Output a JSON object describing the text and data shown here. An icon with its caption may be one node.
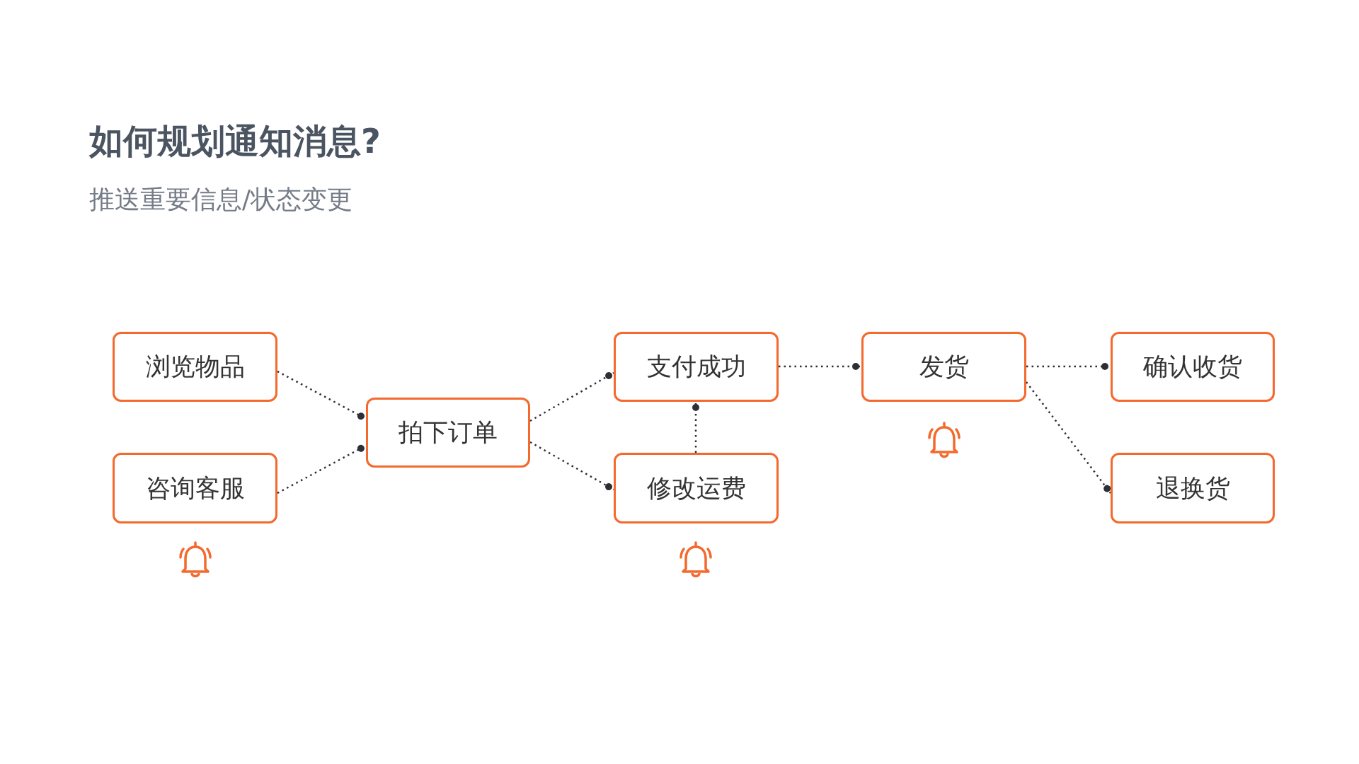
{
  "diagram": {
    "title": "如何规划通知消息?",
    "nodes": [
      {
        "text": [
          "浏览物品"
        ]
      },
      {
        "text": [
          "咨询客服"
        ]
      },
      {
        "text": [
          "拍下订单"
        ]
      },
      {
        "text": [
          "支付成功"
        ]
      },
      {
        "text": [
          "修改运费"
        ]
      },
      {
        "text": [
          "发货"
        ]
      },
      {
        "text": [
          "确认收货"
        ]
      },
      {
        "text": [
          "退换货"
        ]
      }
    ],
    "edges": [
      {
        "from": 0,
        "to": 2,
        "arrow": "other",
        "style": "dashed"
      },
      {
        "from": 1,
        "to": 2,
        "arrow": "other",
        "style": "dashed"
      },
      {
        "from": 2,
        "to": 3,
        "arrow": "other",
        "style": "dashed"
      },
      {
        "from": 2,
        "to": 4,
        "arrow": "other",
        "style": "dashed"
      },
      {
        "from": 4,
        "to": 3,
        "arrow": "other",
        "style": "dashed"
      },
      {
        "from": 3,
        "to": 5,
        "arrow": "other",
        "style": "dashed"
      },
      {
        "from": 5,
        "to": 6,
        "arrow": "other",
        "style": "dashed"
      },
      {
        "from": 5,
        "to": 7,
        "arrow": "other",
        "style": "dashed"
      }
    ],
    "labels": [
      "推送重要信息/状态变更"
    ]
  }
}
